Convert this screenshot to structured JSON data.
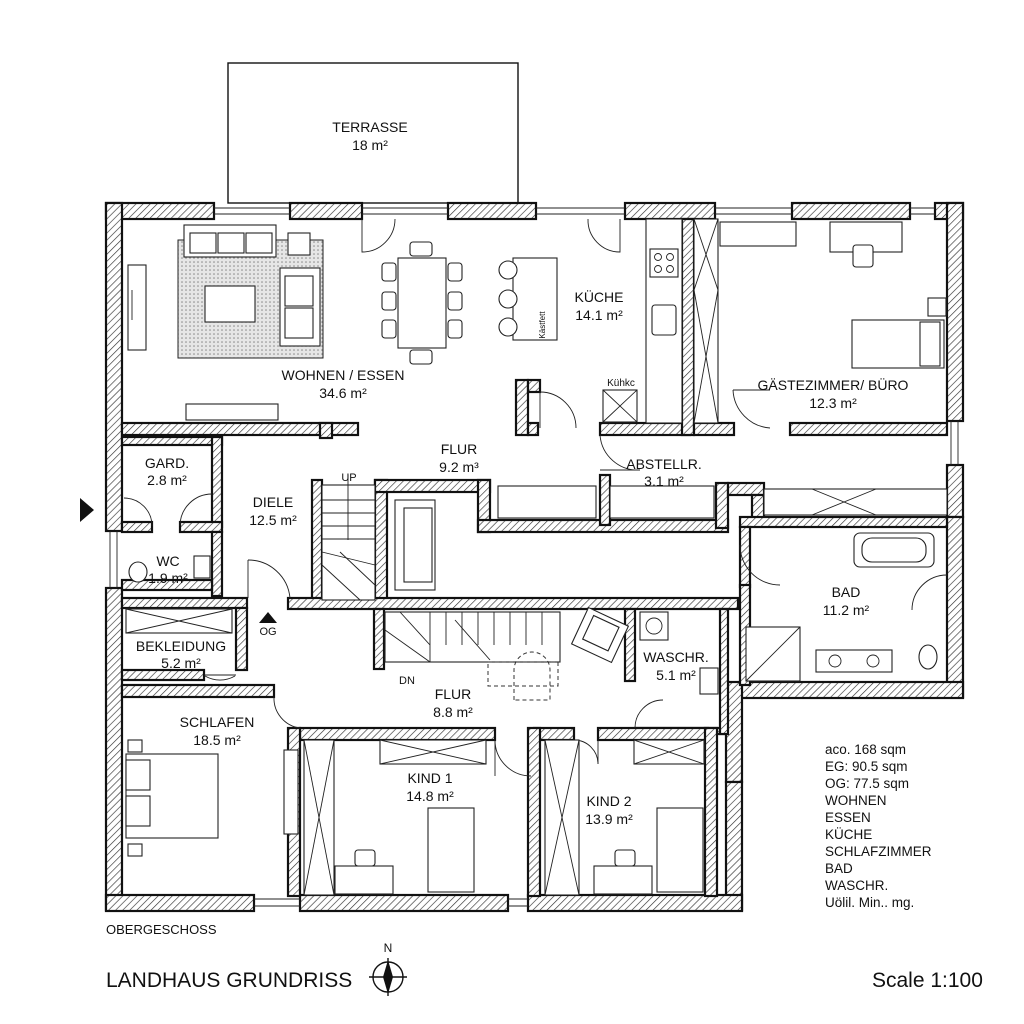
{
  "rooms": {
    "terrasse": {
      "name": "TERRASSE",
      "area": "18 m²"
    },
    "wohnen": {
      "name": "WOHNEN / ESSEN",
      "area": "34.6 m²"
    },
    "kueche": {
      "name": "KÜCHE",
      "area": "14.1 m²"
    },
    "gaeste": {
      "name": "GÄSTEZIMMER/ BÜRO",
      "area": "12.3 m²"
    },
    "gard": {
      "name": "GARD.",
      "area": "2.8 m²"
    },
    "diele": {
      "name": "DIELE",
      "area": "12.5 m²"
    },
    "flur_upper": {
      "name": "FLUR",
      "area": "9.2 m³"
    },
    "abstellr": {
      "name": "ABSTELLR.",
      "area": "3.1 m²"
    },
    "wc": {
      "name": "WC",
      "area": "1.9 m²"
    },
    "bekleidung": {
      "name": "BEKLEIDUNG",
      "area": "5.2 m²"
    },
    "bad": {
      "name": "BAD",
      "area": "11.2 m²"
    },
    "flur_lower": {
      "name": "FLUR",
      "area": "8.8 m²"
    },
    "waschr": {
      "name": "WASCHR.",
      "area": "5.1 m²"
    },
    "schlafen": {
      "name": "SCHLAFEN",
      "area": "18.5 m²"
    },
    "kind1": {
      "name": "KIND 1",
      "area": "14.8 m²"
    },
    "kind2": {
      "name": "KIND 2",
      "area": "13.9 m²"
    }
  },
  "labels": {
    "up": "UP",
    "dn": "DN",
    "og": "OG",
    "kuehlschrank": "Kühkc",
    "abzug": "Kästfett",
    "floor": "OBERGESCHOSS",
    "title": "LANDHAUS GRUNDRISS",
    "scale": "Scale 1:100",
    "north": "N"
  },
  "summary": [
    "aco. 168 sqm",
    "EG: 90.5 sqm",
    "OG: 77.5 sqm",
    "WOHNEN",
    "ESSEN",
    "KÜCHE",
    "SCHLAFZIMMER",
    "BAD",
    "WASCHR.",
    "Uölil. Min.. mg."
  ]
}
